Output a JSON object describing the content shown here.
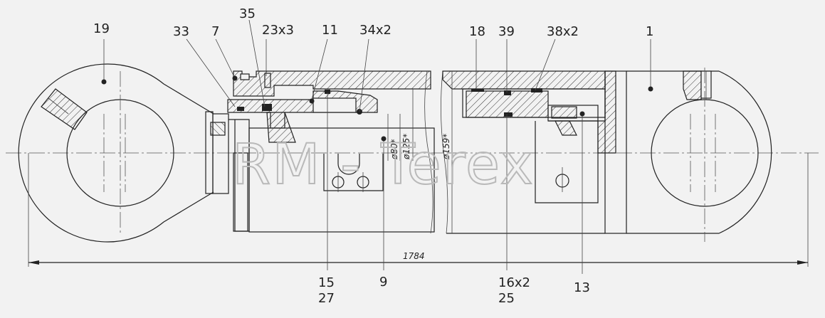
{
  "watermark": "RM - Terex",
  "overall_dimension": "1784",
  "diameters": {
    "d80": "ø80*",
    "d125": "ø125*",
    "d159": "ø159*"
  },
  "callouts_top": {
    "c19": "19",
    "c33": "33",
    "c7": "7",
    "c35": "35",
    "c23x3": "23x3",
    "c11": "11",
    "c34x2": "34x2",
    "c18": "18",
    "c39": "39",
    "c38x2": "38x2",
    "c1": "1"
  },
  "callouts_bottom": {
    "c15": "15",
    "c27": "27",
    "c9": "9",
    "c16x2": "16x2",
    "c25": "25",
    "c13": "13"
  },
  "colors": {
    "background": "#f2f2f2",
    "line": "#222222",
    "watermark": "#b9b9b9"
  }
}
